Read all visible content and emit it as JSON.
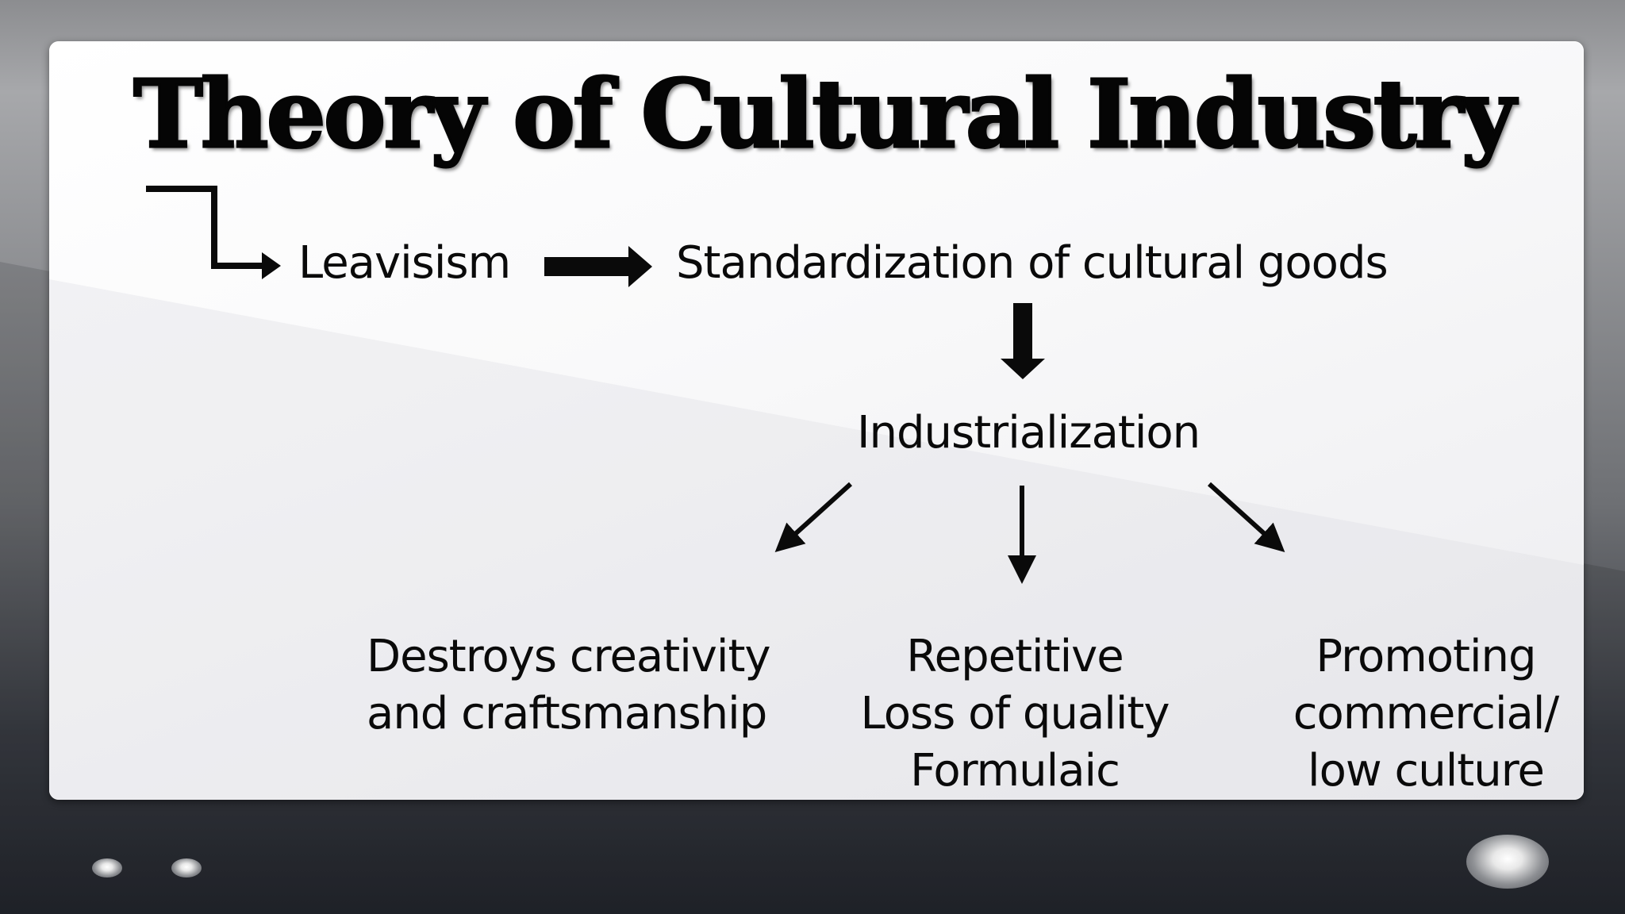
{
  "slide": {
    "title": "Theory of Cultural Industry"
  },
  "diagram": {
    "nodes": {
      "leavisism": "Leavisism",
      "standardization": "Standardization of cultural goods",
      "industrialization": "Industrialization",
      "creativity": [
        "Destroys creativity",
        "and craftsmanship"
      ],
      "repetitive": [
        "Repetitive",
        "Loss of quality",
        "Formulaic"
      ],
      "promoting": [
        "Promoting",
        "commercial/",
        "low culture"
      ]
    },
    "edges": [
      {
        "from": "start",
        "to": "leavisism"
      },
      {
        "from": "leavisism",
        "to": "standardization"
      },
      {
        "from": "standardization",
        "to": "industrialization"
      },
      {
        "from": "industrialization",
        "to": "creativity"
      },
      {
        "from": "industrialization",
        "to": "repetitive"
      },
      {
        "from": "industrialization",
        "to": "promoting"
      }
    ]
  },
  "colors": {
    "text": "#0a0a0a",
    "card": "#ffffff",
    "frame_top": "#a7a8ab",
    "frame_bottom": "#23262d"
  }
}
